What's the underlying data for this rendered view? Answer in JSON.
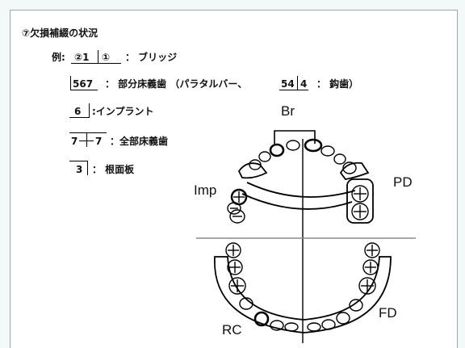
{
  "section": {
    "title": "⑦欠損補綴の状況",
    "example_label": "例:",
    "example_code_a": "②1",
    "example_code_b": "①",
    "example_desc": "：  ブリッジ",
    "rows": [
      {
        "code": "567",
        "desc": "：  部分床義歯 （パラタルバー、",
        "code2a": "54",
        "code2b": "4",
        "desc2": "：  鈎歯）"
      },
      {
        "code": "6",
        "desc": ":インプラント"
      },
      {
        "code_a": "7",
        "code_b": "7",
        "desc": "：全部床義歯"
      },
      {
        "code": "3",
        "desc": "：  根面板"
      }
    ]
  },
  "diagram_labels": {
    "bridge": "Br",
    "implant": "Imp",
    "partial_denture": "PD",
    "full_denture": "FD",
    "root_cap": "RC"
  }
}
